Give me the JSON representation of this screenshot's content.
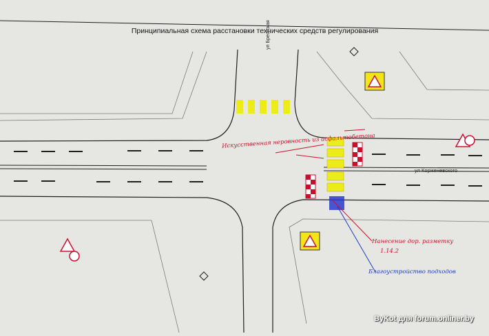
{
  "title": "Принципиальная схема расстановки технических средств регулирования",
  "streets": {
    "vertical": "ул Брестская",
    "horizontal": "ул Корженевского"
  },
  "annotations": {
    "artificial_bumps": "Искусственная неровность из асфальтобетона",
    "marking": "Нанесение дор. разметку",
    "marking_code": "1.14.2",
    "improvement": "Благоустройство подходов"
  },
  "watermark": "ByKot для forum.onliner.by",
  "colors": {
    "paper": "#e6e6e2",
    "line": "#1e1e1e",
    "crossing": "#ecec1a",
    "annotation_red": "#d0102a",
    "annotation_blue": "#1a3cc8",
    "sign_yellow": "#f4e51a"
  }
}
